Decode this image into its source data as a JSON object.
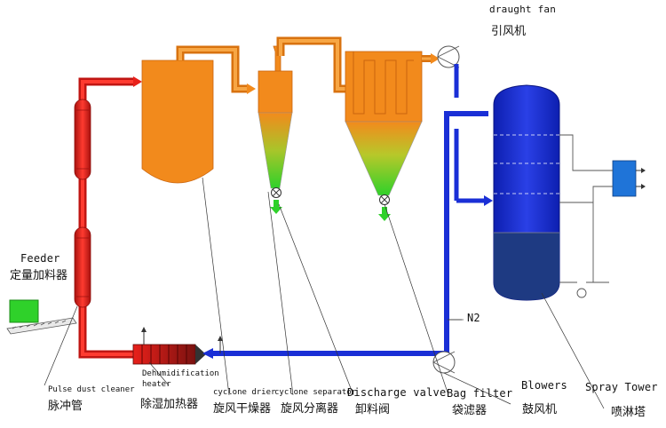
{
  "labels": {
    "draught_fan_en": "draught fan",
    "draught_fan_zh": "引风机",
    "feeder_en": "Feeder",
    "feeder_zh": "定量加料器",
    "pulse_cleaner_en": "Pulse dust cleaner",
    "pulse_cleaner_zh": "脉冲管",
    "heater_en_1": "Dehumidification",
    "heater_en_2": "heater",
    "heater_zh": "除湿加热器",
    "drier_en": "cyclone drier",
    "drier_zh": "旋风干燥器",
    "separator_en": "cyclone separator",
    "separator_zh": "旋风分离器",
    "valve_en": "Discharge valve",
    "valve_zh": "卸料阀",
    "bag_filter_en": "Bag filter",
    "bag_filter_zh": "袋滤器",
    "blowers_en": "Blowers",
    "blowers_zh": "鼓风机",
    "spray_tower_en": "Spray Tower",
    "spray_tower_zh": "喷淋塔",
    "n2": "N2"
  },
  "colors": {
    "hot_air": "#e8201a",
    "orange": "#f28a1c",
    "green": "#2fd12a",
    "blue": "#1a2fd6",
    "tower_dark": "#1e3a82",
    "cooler": "#1f74d8"
  }
}
